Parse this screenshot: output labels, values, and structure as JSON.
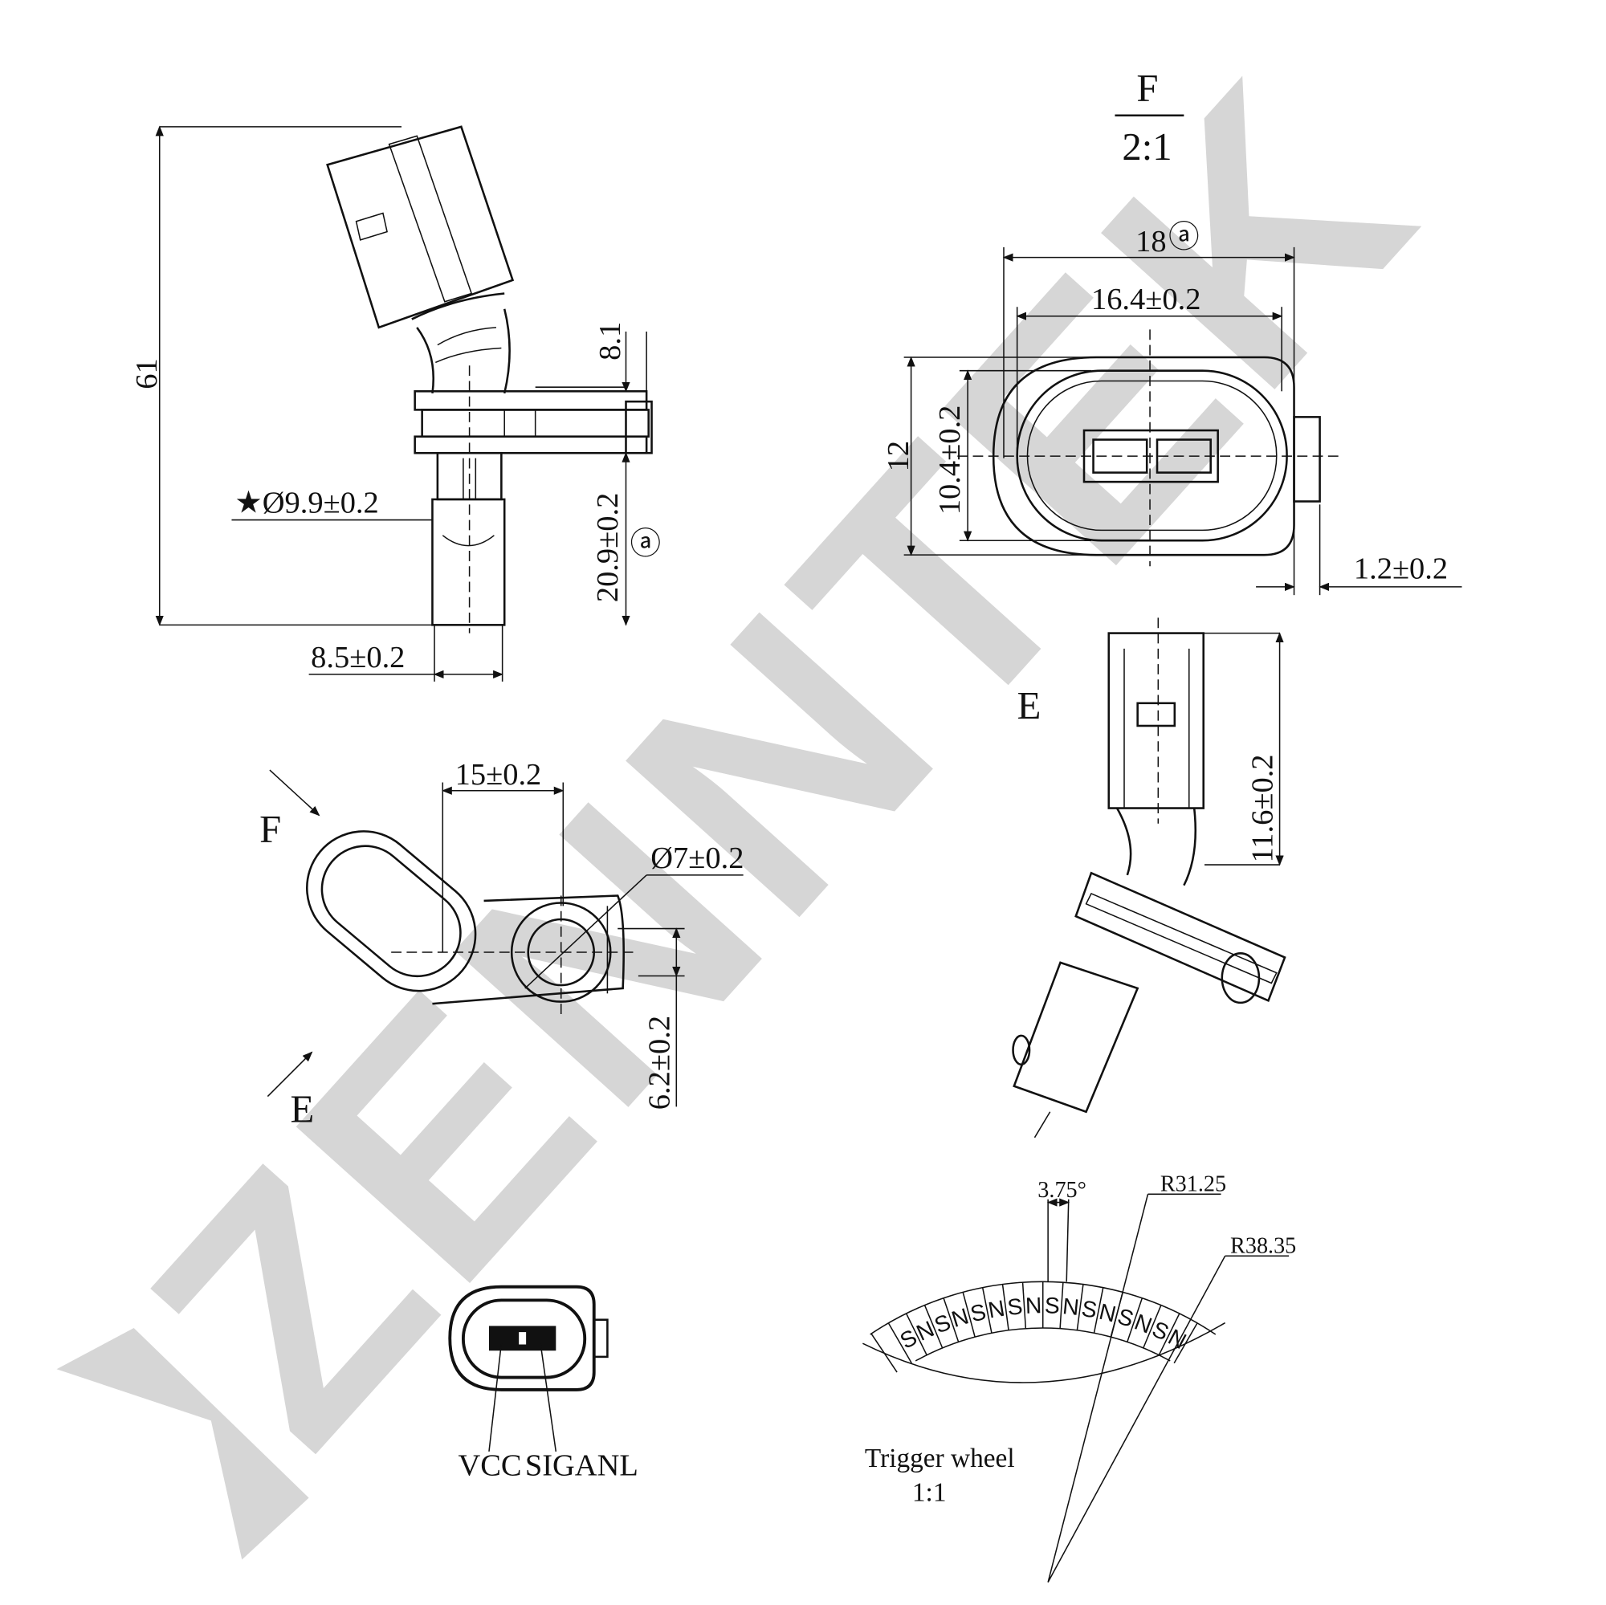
{
  "watermark": "ZENNTEK",
  "side_view": {
    "overall_height": "61",
    "flange_height": "8.1",
    "shaft_length": "20.9±0.2",
    "shaft_length_mark": "ⓐ",
    "shaft_diameter": "★Ø9.9±0.2",
    "shaft_width": "8.5±0.2"
  },
  "view_f": {
    "title": "F",
    "scale": "2:1",
    "width_outer": "18",
    "width_outer_mark": "ⓐ",
    "width_inner": "16.4±0.2",
    "height_outer": "12",
    "height_inner": "10.4±0.2",
    "tab_thickness": "1.2±0.2"
  },
  "view_e": {
    "title": "E",
    "connector_length": "11.6±0.2"
  },
  "top_view": {
    "arrow_f": "F",
    "arrow_e": "E",
    "offset": "15±0.2",
    "hole_diameter": "Ø7±0.2",
    "vertical_offset": "6.2±0.2"
  },
  "pinout": {
    "pin1": "VCC",
    "pin2": "SIGANL"
  },
  "trigger_wheel": {
    "pitch_angle": "3.75°",
    "inner_radius": "R31.25",
    "outer_radius": "R38.35",
    "title": "Trigger wheel",
    "scale": "1:1",
    "poles": [
      "S",
      "N",
      "S",
      "N",
      "S",
      "N",
      "S",
      "N",
      "S",
      "N",
      "S",
      "N",
      "S",
      "N",
      "S",
      "N"
    ]
  }
}
